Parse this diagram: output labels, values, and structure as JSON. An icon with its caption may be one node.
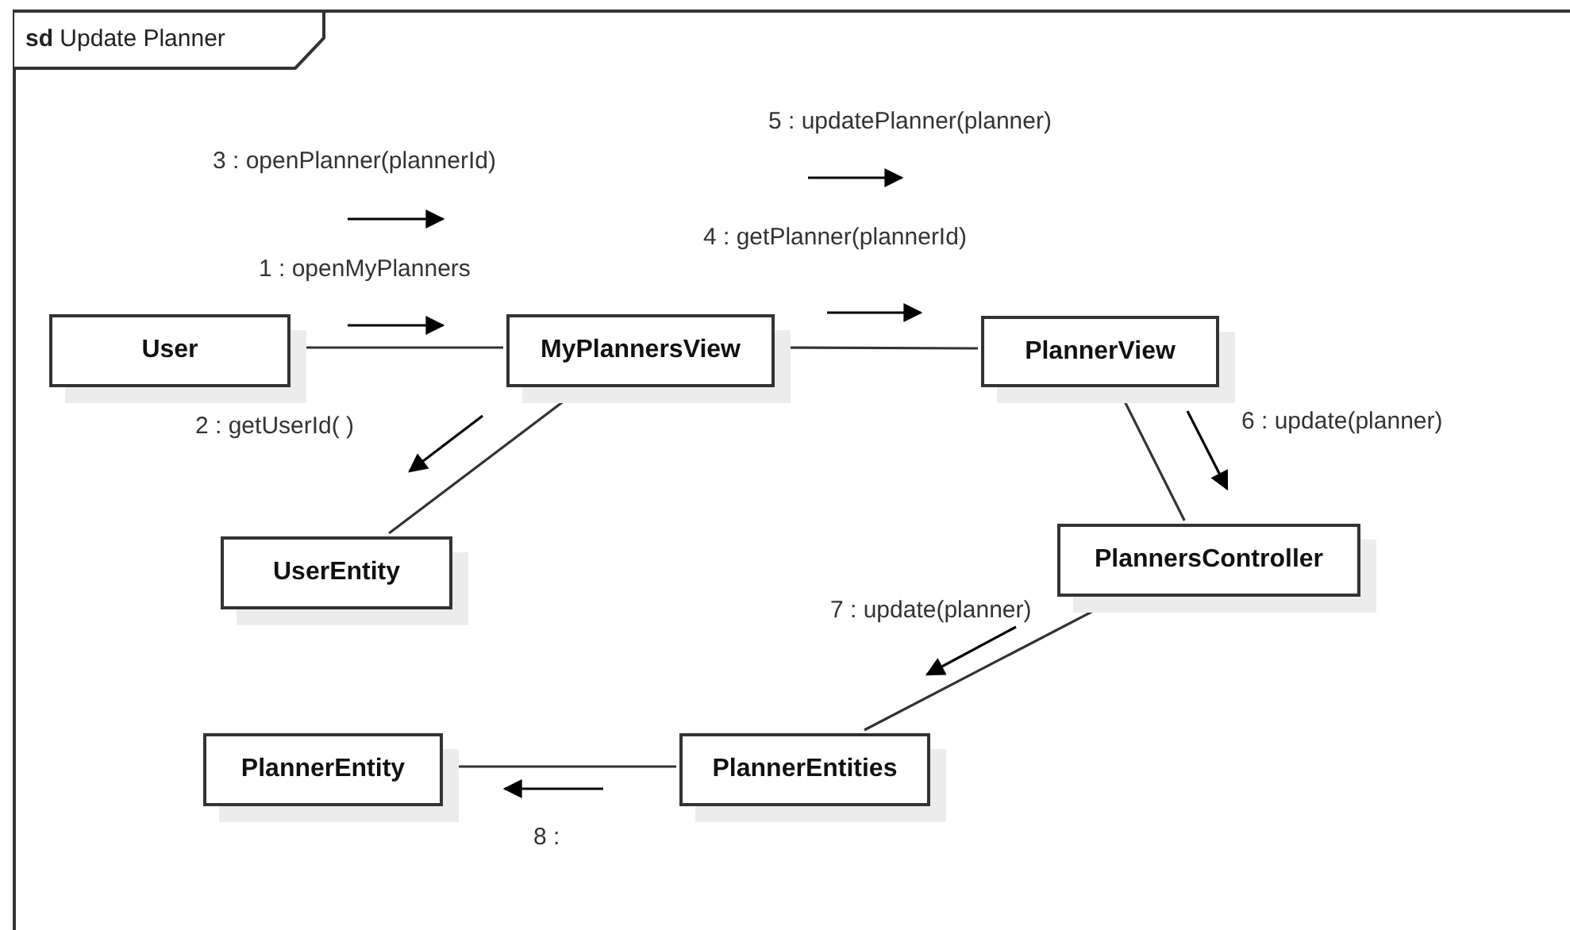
{
  "diagram": {
    "nodes": [
      {
        "text": [
          "**sd** Update Planner"
        ]
      },
      {
        "text": [
          "User"
        ],
        "in": 0
      },
      {
        "text": [
          "MyPlannersView"
        ],
        "in": 0
      },
      {
        "text": [
          "PlannerView"
        ],
        "in": 0
      },
      {
        "text": [
          "UserEntity"
        ],
        "in": 0
      },
      {
        "text": [
          "PlannersController"
        ],
        "in": 0
      },
      {
        "text": [
          "PlannerEntity"
        ],
        "in": 0
      },
      {
        "text": [
          "PlannerEntities"
        ],
        "in": 0
      }
    ],
    "edges": [
      {
        "from": 1,
        "to": 2,
        "arrow": "none"
      },
      {
        "from": 2,
        "to": 4,
        "arrow": "none"
      },
      {
        "from": 2,
        "to": 3,
        "arrow": "none"
      },
      {
        "from": 3,
        "to": 5,
        "arrow": "none"
      },
      {
        "from": 5,
        "to": 7,
        "arrow": "none"
      },
      {
        "from": 7,
        "to": 6,
        "arrow": "none"
      }
    ],
    "labels": [
      "5 : updatePlanner(planner)",
      "3 : openPlanner(plannerId)",
      "4 : getPlanner(plannerId)",
      "1 : openMyPlanners",
      "2 : getUserId( )",
      "6 : update(planner)",
      "7 : update(planner)",
      "8 :"
    ]
  }
}
